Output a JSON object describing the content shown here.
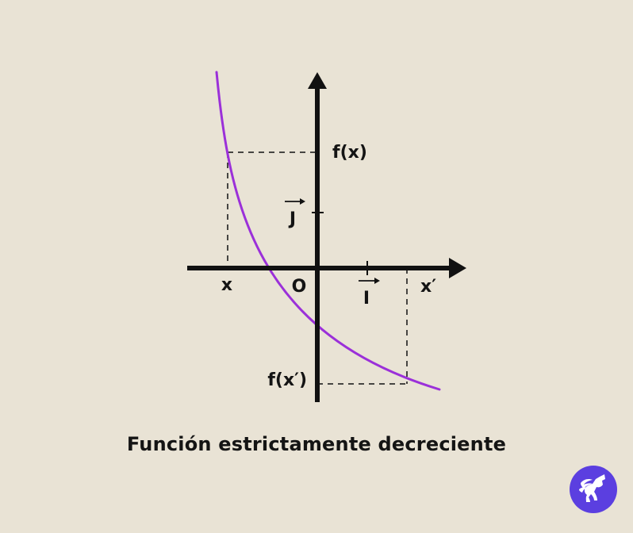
{
  "diagram": {
    "labels": {
      "x": "x",
      "origin": "O",
      "i_vector": "I",
      "x_prime": "x′",
      "f_x": "f(x)",
      "j_vector": "J",
      "f_x_prime": "f(x′)"
    },
    "curve_color": "#9b30d9",
    "axis_color": "#111111",
    "guide_color": "#111111"
  },
  "caption": "Función estrictamente decreciente",
  "logo": {
    "icon": "pegasus-logo-icon",
    "background_color": "#5b3fe0"
  }
}
